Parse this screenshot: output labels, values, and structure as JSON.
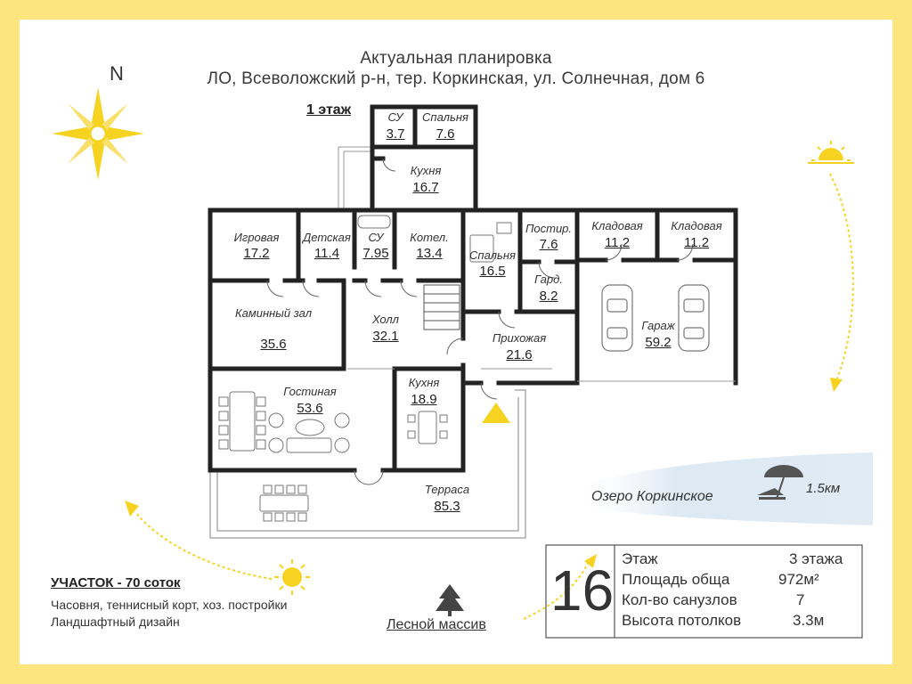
{
  "header": {
    "title_line1": "Актуальная планировка",
    "title_line2": "ЛО, Всеволожский р-н, тер. Коркинская, ул. Солнечная, дом 6"
  },
  "floor_label": "1 этаж",
  "compass": {
    "north": "N",
    "icon": "compass-rose-icon"
  },
  "rooms": [
    {
      "id": "wc-top",
      "name": "СУ",
      "area": "3.7"
    },
    {
      "id": "bedroom-top",
      "name": "Спальня",
      "area": "7.6"
    },
    {
      "id": "kitchen-top",
      "name": "Кухня",
      "area": "16.7"
    },
    {
      "id": "playroom",
      "name": "Игровая",
      "area": "17.2"
    },
    {
      "id": "kids",
      "name": "Детская",
      "area": "11.4"
    },
    {
      "id": "wc-mid",
      "name": "СУ",
      "area": "7.95"
    },
    {
      "id": "boiler",
      "name": "Котел.",
      "area": "13.4"
    },
    {
      "id": "bedroom-mid",
      "name": "Спальня",
      "area": "16.5"
    },
    {
      "id": "laundry",
      "name": "Постир.",
      "area": "7.6"
    },
    {
      "id": "storage-1",
      "name": "Кладовая",
      "area": "11.2"
    },
    {
      "id": "storage-2",
      "name": "Кладовая",
      "area": "11.2"
    },
    {
      "id": "wardrobe",
      "name": "Гард.",
      "area": "8.2"
    },
    {
      "id": "fireplace",
      "name": "Каминный зал",
      "area": "35.6"
    },
    {
      "id": "hall",
      "name": "Холл",
      "area": "32.1"
    },
    {
      "id": "entry",
      "name": "Прихожая",
      "area": "21.6"
    },
    {
      "id": "garage",
      "name": "Гараж",
      "area": "59.2"
    },
    {
      "id": "living",
      "name": "Гостиная",
      "area": "53.6"
    },
    {
      "id": "kitchen-low",
      "name": "Кухня",
      "area": "18.9"
    },
    {
      "id": "terrace",
      "name": "Терраса",
      "area": "85.3"
    }
  ],
  "plot": {
    "title": "УЧАСТОК - 70 соток",
    "line1": "Часовня, теннисный корт, хоз. постройки",
    "line2": "Ландшафтный дизайн"
  },
  "forest": {
    "label": "Лесной массив",
    "icon": "tree-icon"
  },
  "lake": {
    "label": "Озеро Коркинское",
    "distance": "1.5км",
    "icon": "beach-umbrella-icon"
  },
  "info": {
    "number": "16",
    "rows": [
      {
        "key": "Этаж",
        "value": "3 этажа"
      },
      {
        "key": "Площадь общa",
        "value": "972м²"
      },
      {
        "key": "Кол-во санузлов",
        "value": "7"
      },
      {
        "key": "Высота потолков",
        "value": "3.3м"
      }
    ]
  },
  "colors": {
    "frame": "#fce57e",
    "sun": "#f7d321",
    "wall": "#222222",
    "lake_band": "#dde9f3"
  }
}
